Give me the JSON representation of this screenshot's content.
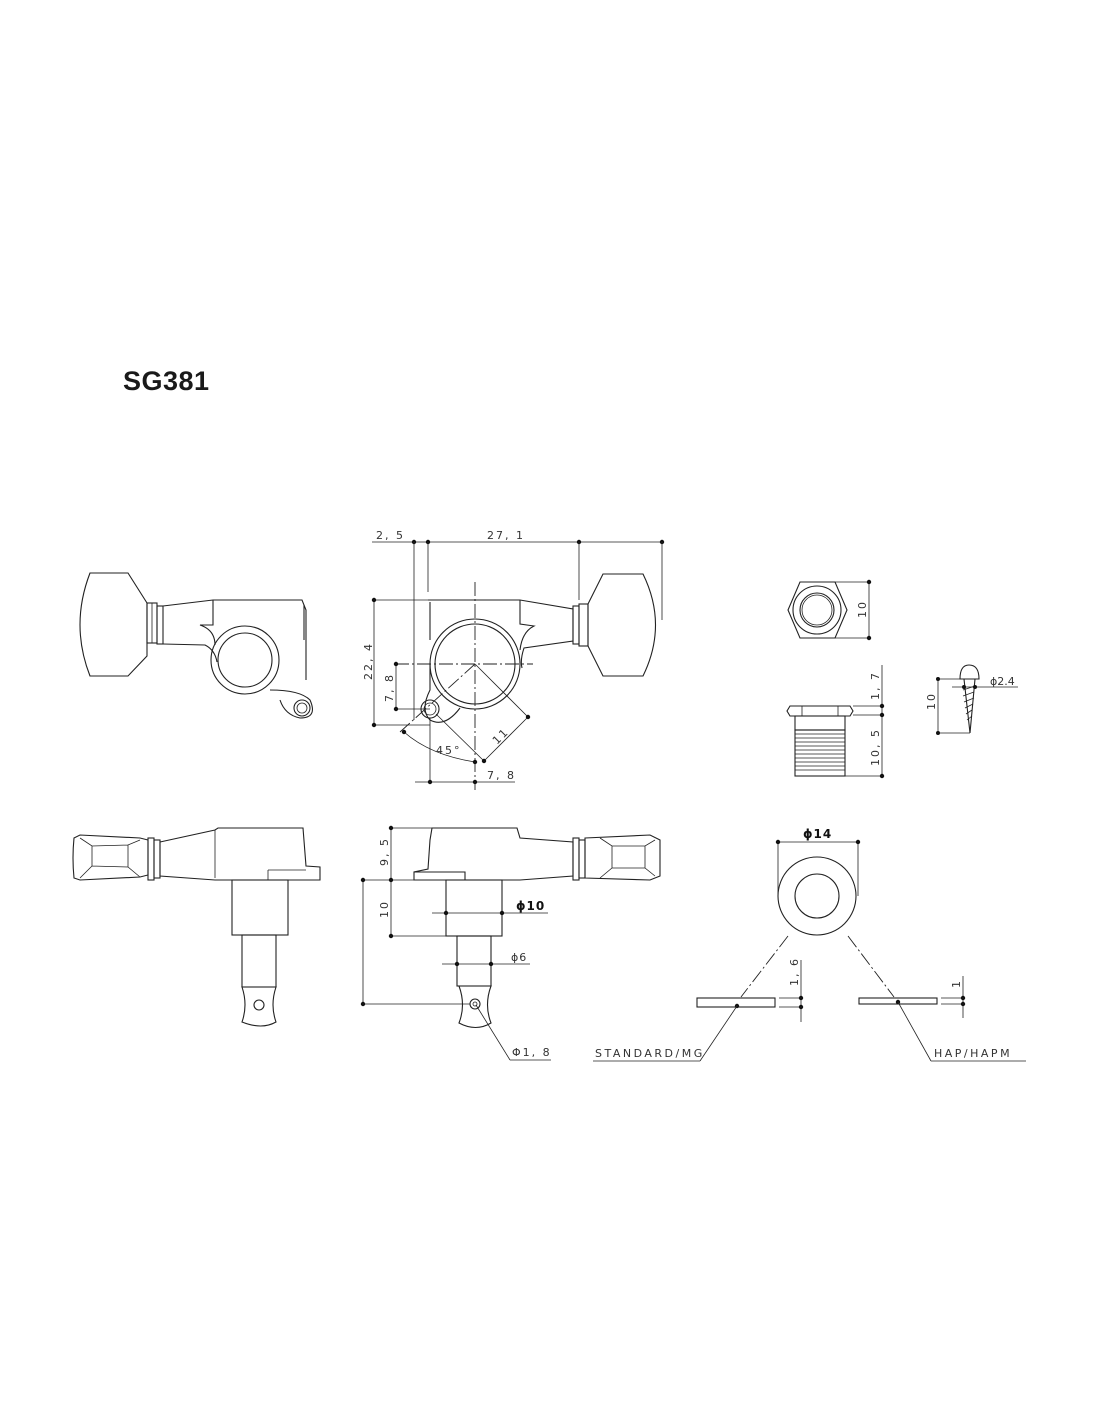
{
  "title": "SG381",
  "views": {
    "front_left": {
      "name": "tuner-front-view"
    },
    "front_dimensioned": {
      "dims": {
        "offset_left": "2, 5",
        "overall_width": "27, 1",
        "height": "22, 4",
        "screw_hole_offset_v": "7, 8",
        "screw_hole_offset_h": "7, 8",
        "angle": "45°",
        "radius_diag": "11"
      }
    },
    "bushing_top": {
      "dims": {
        "hex_width": "10"
      }
    },
    "bushing_side": {
      "dims": {
        "flange": "1, 7",
        "thread_length": "10, 5"
      }
    },
    "screw": {
      "dims": {
        "length": "10",
        "diameter": "ϕ2.4"
      }
    },
    "side_left": {
      "name": "tuner-side-view"
    },
    "side_dimensioned": {
      "dims": {
        "housing_height": "9, 5",
        "post_base_height": "10",
        "post_base_diameter": "ϕ10",
        "post_diameter": "ϕ6",
        "hole_diameter": "Φ1, 8"
      }
    },
    "washer": {
      "dims": {
        "outer_diameter": "ϕ14",
        "standard_thickness": "1, 6",
        "hap_thickness": "1"
      },
      "labels": {
        "standard": "STANDARD/MG",
        "hap": "HAP/HAPM"
      }
    }
  }
}
